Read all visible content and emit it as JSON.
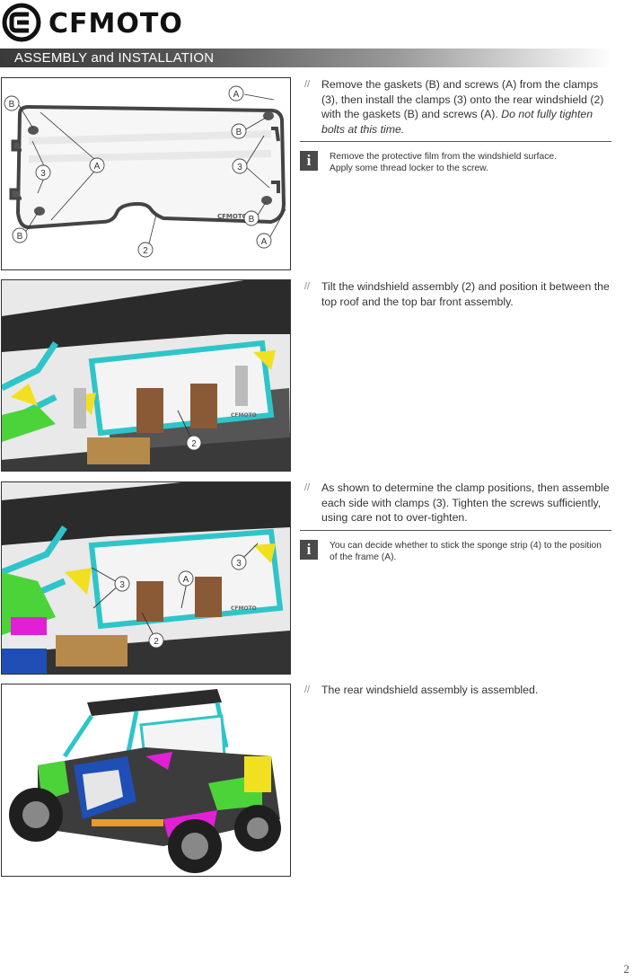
{
  "header": {
    "brand": "CFMOTO",
    "section_title": "ASSEMBLY and INSTALLATION"
  },
  "steps": [
    {
      "marker": "//",
      "text": "Remove the gaskets (B) and screws (A) from the clamps (3), then install the clamps (3) onto the rear windshield (2) with the gaskets (B) and screws (A).",
      "emphasis": "Do not fully tighten bolts at this time.",
      "notes": [
        "Remove the protective film from the windshield surface.",
        "Apply some thread locker to the screw."
      ],
      "figure_labels": [
        "B",
        "A",
        "B",
        "3",
        "A",
        "3",
        "B",
        "B",
        "2",
        "A"
      ],
      "figure_brand": "CFMOTO"
    },
    {
      "marker": "//",
      "text": "Tilt the windshield assembly (2) and position it between the top roof and the top bar front assembly.",
      "figure_labels": [
        "2"
      ],
      "figure_brand": "CFMOTO"
    },
    {
      "marker": "//",
      "text": "As shown to determine the clamp positions, then assemble each side with clamps (3). Tighten the screws sufficiently, using care not to over-tighten.",
      "notes": [
        "You can decide whether to stick the sponge strip (4) to the position of the frame (A)."
      ],
      "figure_labels": [
        "3",
        "A",
        "3",
        "2"
      ],
      "figure_brand": "CFMOTO"
    },
    {
      "marker": "//",
      "text": "The rear windshield assembly is assembled."
    }
  ],
  "note_icon": "info-icon",
  "page_number": "2",
  "colors": {
    "frame_cyan": "#2ec5c9",
    "accent_yellow": "#f1e01f",
    "accent_green": "#4cd33a",
    "accent_magenta": "#e11fd4",
    "accent_blue": "#1f4fb5"
  }
}
